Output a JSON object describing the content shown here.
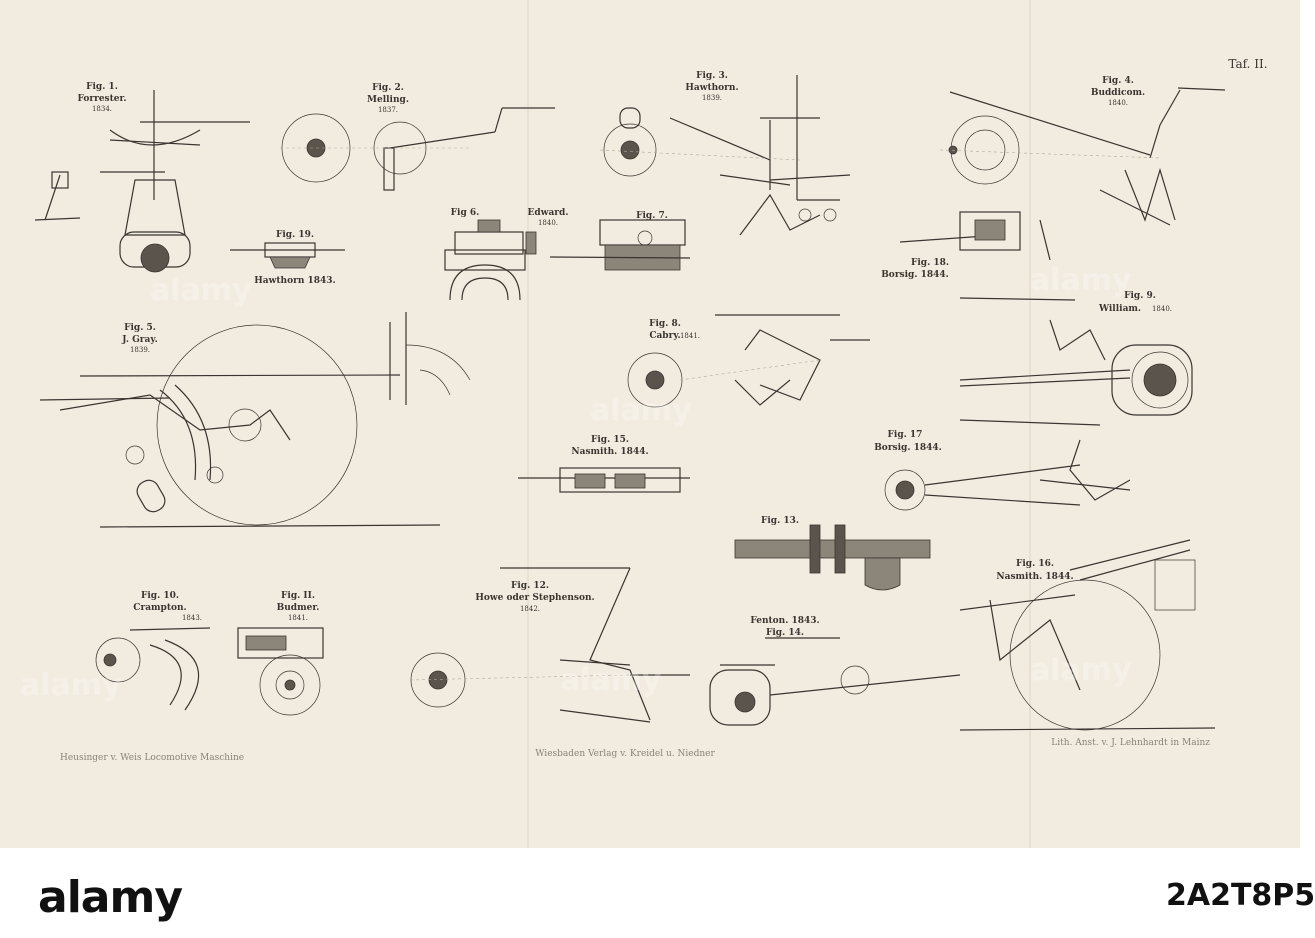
{
  "plate_label": "Taf. II.",
  "figures": [
    {
      "id": "fig1",
      "label": "Fig. 1.",
      "name": "Forrester.",
      "year": "1834."
    },
    {
      "id": "fig2",
      "label": "Fig. 2.",
      "name": "Melling.",
      "year": "1837."
    },
    {
      "id": "fig3",
      "label": "Fig. 3.",
      "name": "Hawthorn.",
      "year": "1839."
    },
    {
      "id": "fig4",
      "label": "Fig. 4.",
      "name": "Buddicom.",
      "year": "1840."
    },
    {
      "id": "fig5",
      "label": "Fig. 5.",
      "name": "J. Gray.",
      "year": "1839."
    },
    {
      "id": "fig6",
      "label": "Fig 6.",
      "name": "Edward.",
      "year": "1840."
    },
    {
      "id": "fig7",
      "label": "Fig. 7.",
      "name": "",
      "year": ""
    },
    {
      "id": "fig8",
      "label": "Fig. 8.",
      "name": "Cabry.",
      "year": "1841."
    },
    {
      "id": "fig9",
      "label": "Fig. 9.",
      "name": "William.",
      "year": "1840."
    },
    {
      "id": "fig10",
      "label": "Fig. 10.",
      "name": "Crampton.",
      "year": "1843."
    },
    {
      "id": "fig11",
      "label": "Fig. II.",
      "name": "Budmer.",
      "year": "1841."
    },
    {
      "id": "fig12",
      "label": "Fig. 12.",
      "name": "Howe oder Stephenson.",
      "year": "1842."
    },
    {
      "id": "fig13",
      "label": "Fig. 13.",
      "name": "",
      "year": ""
    },
    {
      "id": "fig14",
      "label": "Fig. 14.",
      "name": "Fenton. 1843.",
      "year": ""
    },
    {
      "id": "fig15",
      "label": "Fig. 15.",
      "name": "Nasmith. 1844.",
      "year": ""
    },
    {
      "id": "fig16",
      "label": "Fig. 16.",
      "name": "Nasmith. 1844.",
      "year": ""
    },
    {
      "id": "fig17",
      "label": "Fig. 17",
      "name": "Borsig. 1844.",
      "year": ""
    },
    {
      "id": "fig18",
      "label": "Fig. 18.",
      "name": "Borsig. 1844.",
      "year": ""
    },
    {
      "id": "fig19",
      "label": "Fig. 19.",
      "name": "Hawthorn 1843.",
      "year": ""
    }
  ],
  "footer": {
    "left": "Heusinger v. Weis Locomotive Maschine",
    "center": "Wiesbaden Verlag v. Kreidel u. Niedner",
    "right": "Lith. Anst. v. J. Lehnhardt in Mainz"
  },
  "watermark_text": "alamy",
  "banner": {
    "logo": "alamy",
    "image_id": "2A2T8P5"
  }
}
